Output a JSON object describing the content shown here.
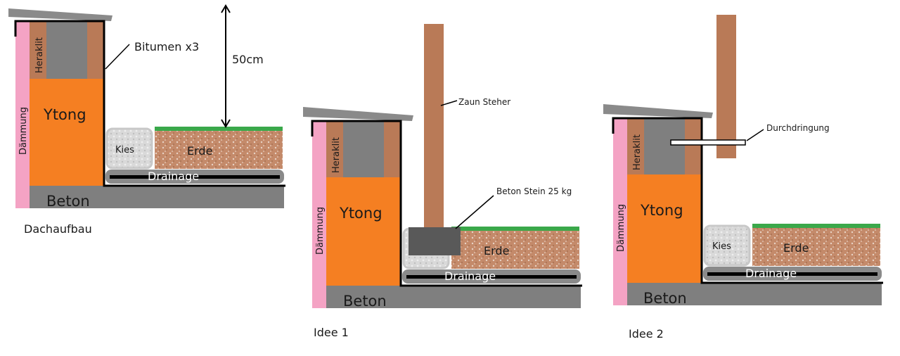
{
  "diagrams": {
    "dachaufbau": {
      "caption": "Dachaufbau",
      "labels": {
        "daemmung": "Dämmung",
        "heraklit": "Heraklit",
        "ytong": "Ytong",
        "beton": "Beton",
        "kies": "Kies",
        "erde": "Erde",
        "drainage": "Drainage",
        "bitumen": "Bitumen x3",
        "height": "50cm"
      }
    },
    "idee1": {
      "caption": "Idee 1",
      "labels": {
        "daemmung": "Dämmung",
        "heraklit": "Heraklit",
        "ytong": "Ytong",
        "beton": "Beton",
        "erde": "Erde",
        "drainage": "Drainage",
        "zaun_steher": "Zaun Steher",
        "beton_stein": "Beton Stein 25 kg"
      }
    },
    "idee2": {
      "caption": "Idee 2",
      "labels": {
        "daemmung": "Dämmung",
        "heraklit": "Heraklit",
        "ytong": "Ytong",
        "beton": "Beton",
        "kies": "Kies",
        "erde": "Erde",
        "drainage": "Drainage",
        "durchdringung": "Durchdringung"
      }
    }
  },
  "colors": {
    "daemmung": "#f4a3c4",
    "ytong": "#f57f22",
    "heraklit": "#b97a57",
    "gray_block": "#7f7f7f",
    "beton": "#7f7f7f",
    "erde": "#c48a6a",
    "grass": "#3aa84a",
    "kies": "#d9d9d9",
    "post": "#b97a57",
    "stone": "#595959",
    "roof": "#8a8a8a",
    "outline": "#000000"
  }
}
